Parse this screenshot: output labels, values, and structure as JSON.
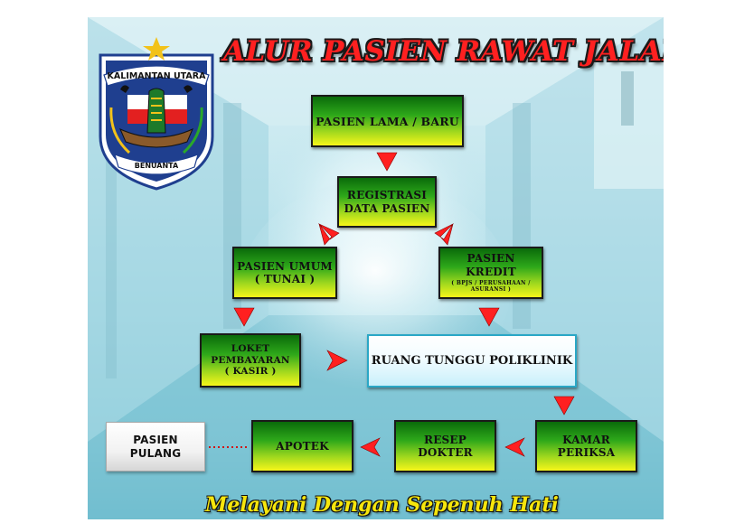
{
  "title": "ALUR PASIEN RAWAT JALAN",
  "motto": "Melayani Dengan Sepenuh Hati",
  "emblem": {
    "top_text": "KALIMANTAN UTARA",
    "bottom_text": "BENUANTA"
  },
  "nodes": {
    "lama_baru": "PASIEN LAMA / BARU",
    "registrasi_line1": "REGISTRASI",
    "registrasi_line2": "DATA PASIEN",
    "umum_line1": "PASIEN UMUM",
    "umum_line2": "( TUNAI )",
    "kredit_line1": "PASIEN KREDIT",
    "kredit_line2": "( BPJS / PERUSAHAAN / ASURANSI )",
    "loket_line1": "LOKET PEMBAYARAN",
    "loket_line2": "( KASIR )",
    "ruang_tunggu": "RUANG TUNGGU POLIKLINIK",
    "kamar_periksa": "KAMAR PERIKSA",
    "resep_dokter": "RESEP DOKTER",
    "apotek": "APOTEK",
    "pasien_pulang": "PASIEN PULANG"
  },
  "colors": {
    "title": "#ff2020",
    "motto": "#f6e60c",
    "arrow": "#ff2020",
    "box_top": "#0a6b0a",
    "box_bottom": "#f6f61a",
    "emblem_blue": "#1f3f8f",
    "emblem_gold": "#f2c21a"
  }
}
